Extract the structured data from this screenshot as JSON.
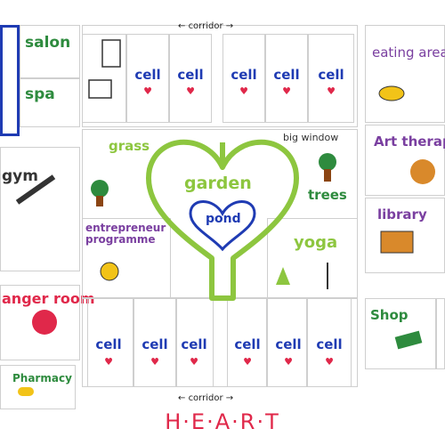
{
  "title": "H·E·A·R·T",
  "corridor_top": "corridor",
  "corridor_bottom": "corridor",
  "cell_label": "cell",
  "rooms": {
    "salon": "salon",
    "spa": "spa",
    "grass": "grass",
    "garden": "garden",
    "pond": "pond",
    "big_window": "big window",
    "trees": "trees",
    "entrepreneur": "entrepreneur programme",
    "yoga": "yoga",
    "eating_area": "eating area",
    "art_therapy": "Art therapy",
    "library": "library",
    "shop": "Shop",
    "gym": "gym",
    "anger_room": "anger room",
    "pharmacy": "Pharmacy"
  },
  "colors": {
    "garden_green": "#8dc63f",
    "cell_blue": "#1f3bb3",
    "heart_red": "#e0284a",
    "label_green": "#2e8b3e",
    "purple": "#7a3fa0",
    "wall_gray": "#cfcfcf"
  }
}
